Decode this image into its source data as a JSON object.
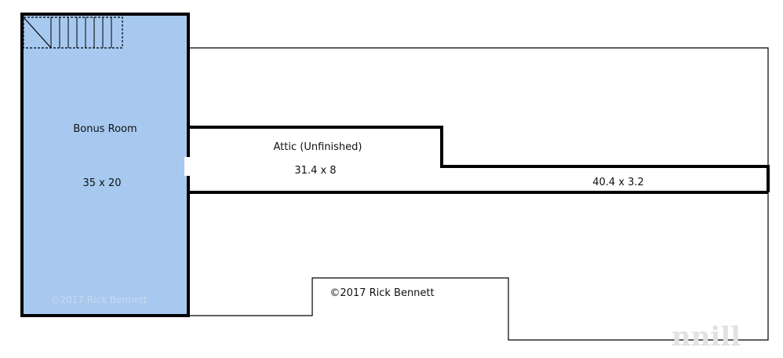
{
  "floor_plan": {
    "rooms": [
      {
        "name": "Bonus Room",
        "dimensions": "35 x 20"
      },
      {
        "name": "Attic (Unfinished)",
        "dimensions": "31.4 x 8"
      },
      {
        "name": "",
        "dimensions": "40.4 x 3.2"
      }
    ],
    "copyright_watermark": "©2017 Rick Bennett",
    "copyright_text": "©2017 Rick Bennett",
    "corner_logo_text": "nnill",
    "colors": {
      "bonus_room_fill": "#a7c9f0",
      "wall": "#000000",
      "outline": "#000000",
      "background": "#ffffff"
    }
  }
}
